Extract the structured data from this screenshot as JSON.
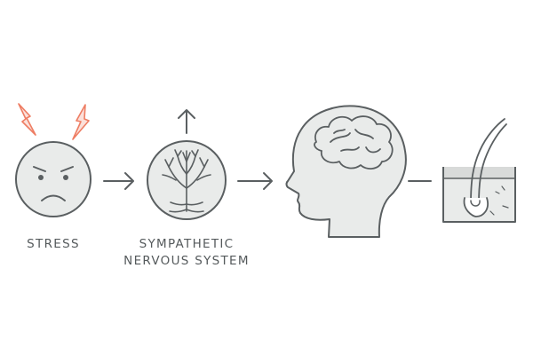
{
  "colors": {
    "stroke": "#5a5f61",
    "fill": "#e9ebea",
    "accent": "#ee7d63",
    "accent_fill": "#fbe0da",
    "skin_band": "#d8dad9",
    "text": "#555a5c"
  },
  "steps": [
    {
      "label_lines": [
        "STRESS"
      ],
      "icon": "angry-face-icon"
    },
    {
      "label_lines": [
        "SYMPATHETIC",
        "NERVOUS SYSTEM"
      ],
      "icon": "nerve-tree-icon"
    },
    {
      "label_lines": [],
      "icon": "brain-head-icon"
    },
    {
      "label_lines": [],
      "icon": "hair-follicle-icon"
    }
  ],
  "connectors": [
    "arrow-right-icon",
    "arrow-right-icon",
    "dash-icon"
  ]
}
